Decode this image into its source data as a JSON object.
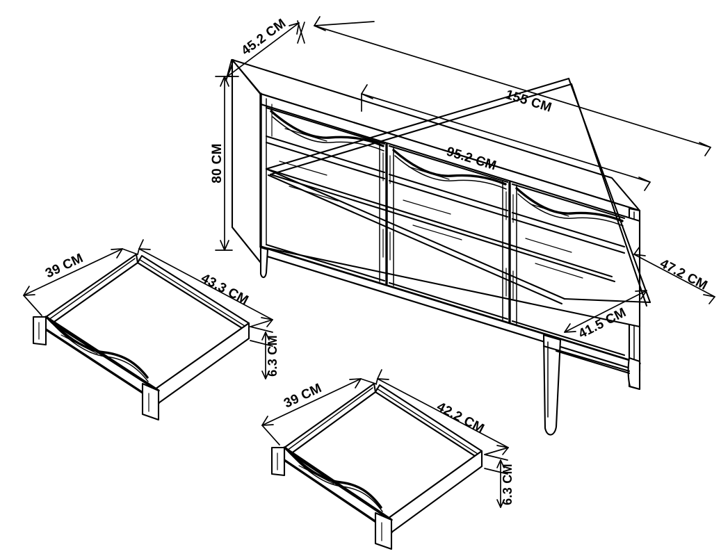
{
  "drawing": {
    "title": "Sideboard Technical Dimension Drawing",
    "units": "CM",
    "background_color": "#ffffff",
    "line_color": "#000000",
    "style": "isometric line drawing"
  },
  "main_unit": {
    "name": "3 door 3 drawer sideboard",
    "dimensions": {
      "width": "155 CM",
      "depth": "45.2 CM",
      "height": "80 CM",
      "door_width": "95.2 CM",
      "interior_depth": "47.2 CM",
      "interior_width": "41.5 CM"
    }
  },
  "drawer_large": {
    "name": "large drawer",
    "dimensions": {
      "width": "39 CM",
      "depth": "43.3 CM",
      "height": "6.3 CM"
    }
  },
  "drawer_small": {
    "name": "small drawer",
    "dimensions": {
      "width": "39 CM",
      "depth": "42.2 CM",
      "height": "6.3 CM"
    }
  },
  "labels": {
    "depth_452": "45.2 CM",
    "width_155": "155 CM",
    "height_80": "80 CM",
    "doors_952": "95.2 CM",
    "interior_472": "47.2 CM",
    "interior_415": "41.5 CM",
    "drawer1_width_39": "39 CM",
    "drawer1_depth_433": "43.3 CM",
    "drawer1_height_63": "6.3 CM",
    "drawer2_width_39": "39 CM",
    "drawer2_depth_422": "42.2 CM",
    "drawer2_height_63": "6.3 CM"
  }
}
